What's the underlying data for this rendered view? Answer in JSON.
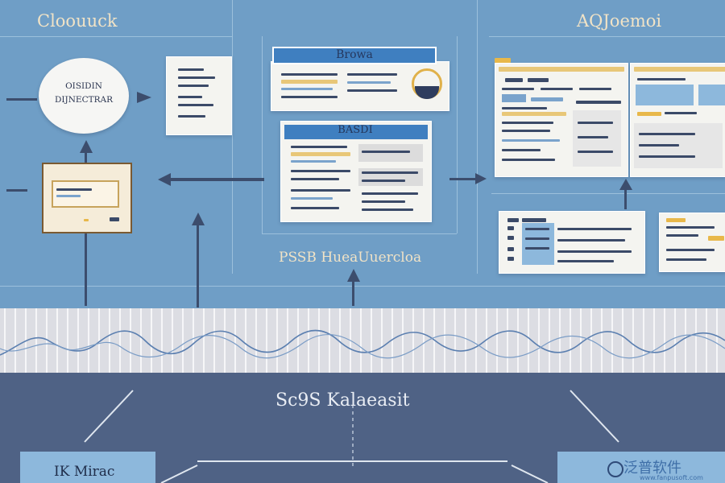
{
  "labels": {
    "top_left": "Cloouuck",
    "top_right": "AQJoemoi",
    "middle": "PSSB HueaUuercloa",
    "bottom": "Sc9S Kalaeasit",
    "bottom_box": "IK Mirac"
  },
  "oval": {
    "line1": "OISIDIN",
    "line2": "DIJNECTRAR"
  },
  "cards": {
    "browse_title": "Browa",
    "basic_title": "BASDI"
  },
  "watermark": {
    "cn": "泛普软件",
    "url": "www.fanpusoft.com"
  },
  "colors": {
    "background": "#6f9ec6",
    "panel_dark": "#4f6285",
    "stripe": "#dcdde3",
    "accent_blue": "#3f7fc0",
    "accent_yellow": "#e8b84a",
    "arrow": "#3c4d6d"
  }
}
